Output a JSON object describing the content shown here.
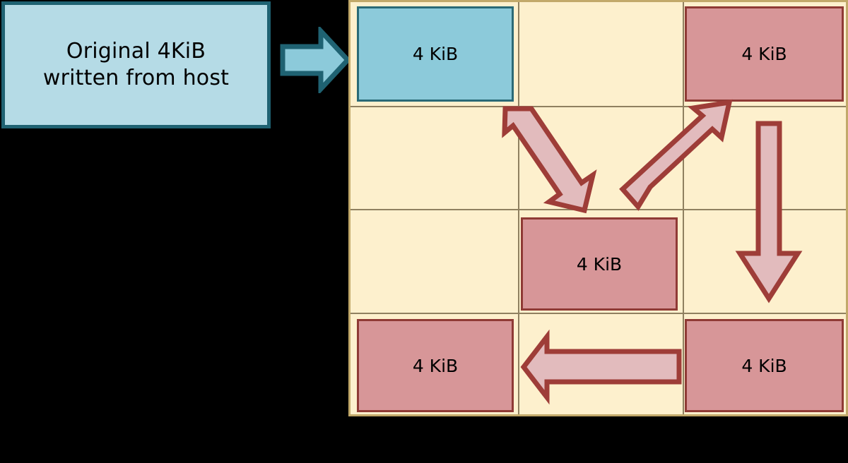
{
  "diagram": {
    "title_text": "Original 4KiB\nwritten from host",
    "source_box": {
      "label": "Original 4KiB\nwritten from host",
      "fill": "#b5dbe6",
      "stroke": "#1f6272"
    },
    "host_arrow": {
      "icon": "arrow-right-icon",
      "direction": "right",
      "fill": "#8ccada",
      "stroke": "#1f6272"
    },
    "grid": {
      "rows": 4,
      "cols": 3,
      "background": "#fdf0cd",
      "border_color": "#c2a96a",
      "gridline_color": "#8f8060"
    },
    "blocks": [
      {
        "id": "r0c0",
        "label": "4 KiB",
        "kind": "original",
        "fill": "#8ccada",
        "stroke": "#2a6a77",
        "row": 0,
        "col": 0
      },
      {
        "id": "r0c2",
        "label": "4 KiB",
        "kind": "copy",
        "fill": "#d79698",
        "stroke": "#8f3a35",
        "row": 0,
        "col": 2
      },
      {
        "id": "r2c1",
        "label": "4 KiB",
        "kind": "copy",
        "fill": "#d79698",
        "stroke": "#8f3a35",
        "row": 2,
        "col": 1
      },
      {
        "id": "r3c0",
        "label": "4 KiB",
        "kind": "copy",
        "fill": "#d79698",
        "stroke": "#8f3a35",
        "row": 3,
        "col": 0
      },
      {
        "id": "r3c2",
        "label": "4 KiB",
        "kind": "copy",
        "fill": "#d79698",
        "stroke": "#8f3a35",
        "row": 3,
        "col": 2
      }
    ],
    "flow_arrows": [
      {
        "id": "diag-down-right",
        "icon": "arrow-down-right-icon",
        "from": "r0c0",
        "to": "r2c1",
        "fill": "#e2bbbd",
        "stroke": "#9e3d38"
      },
      {
        "id": "diag-up-right",
        "icon": "arrow-up-right-icon",
        "from": "r2c1",
        "to": "r0c2",
        "fill": "#e2bbbd",
        "stroke": "#9e3d38"
      },
      {
        "id": "vertical-down",
        "icon": "arrow-down-icon",
        "from": "r0c2",
        "to": "r3c2",
        "fill": "#e2bbbd",
        "stroke": "#9e3d38"
      },
      {
        "id": "horizontal-left",
        "icon": "arrow-left-icon",
        "from": "r3c2",
        "to": "r3c0",
        "fill": "#e2bbbd",
        "stroke": "#9e3d38"
      }
    ]
  }
}
